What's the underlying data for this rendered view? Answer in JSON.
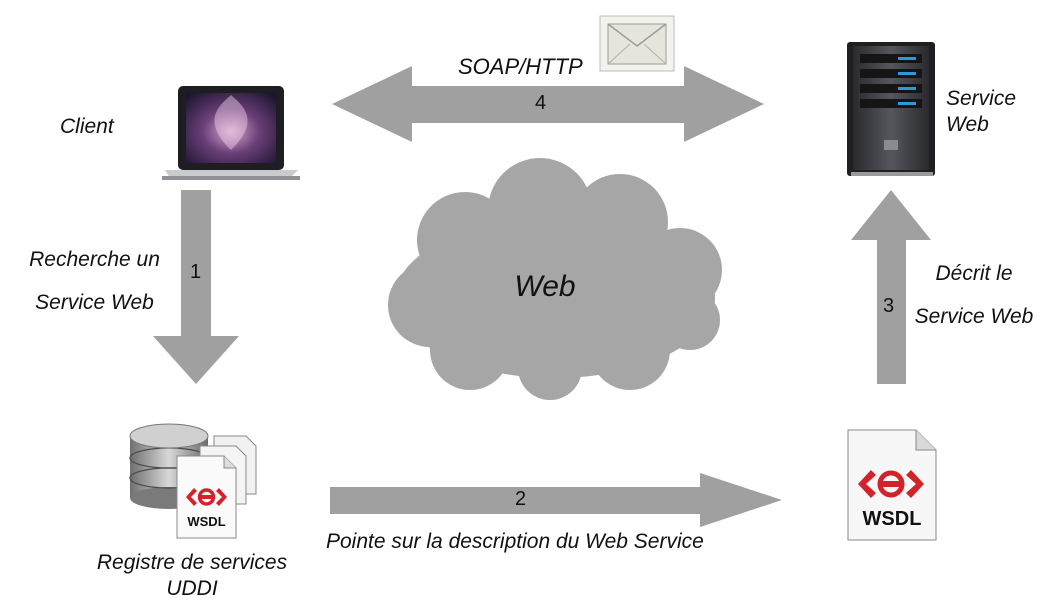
{
  "client": {
    "label": "Client"
  },
  "server": {
    "label_line1": "Service",
    "label_line2": "Web"
  },
  "cloud": {
    "label": "Web"
  },
  "registry": {
    "label_line1": "Registre de services",
    "label_line2": "UDDI",
    "doc_text": "WSDL"
  },
  "wsdl": {
    "doc_text": "WSDL"
  },
  "arrows": {
    "search": {
      "number": "1",
      "label_line1": "Recherche un",
      "label_line2": "Service Web"
    },
    "points": {
      "number": "2",
      "label": "Pointe sur la description du Web Service"
    },
    "describes": {
      "number": "3",
      "label_line1": "Décrit le",
      "label_line2": "Service Web"
    },
    "soap": {
      "number": "4",
      "label": "SOAP/HTTP"
    }
  },
  "colors": {
    "arrow": "#a0a0a0",
    "cloud": "#a6a6a6",
    "wsdl_red": "#d3232a"
  }
}
